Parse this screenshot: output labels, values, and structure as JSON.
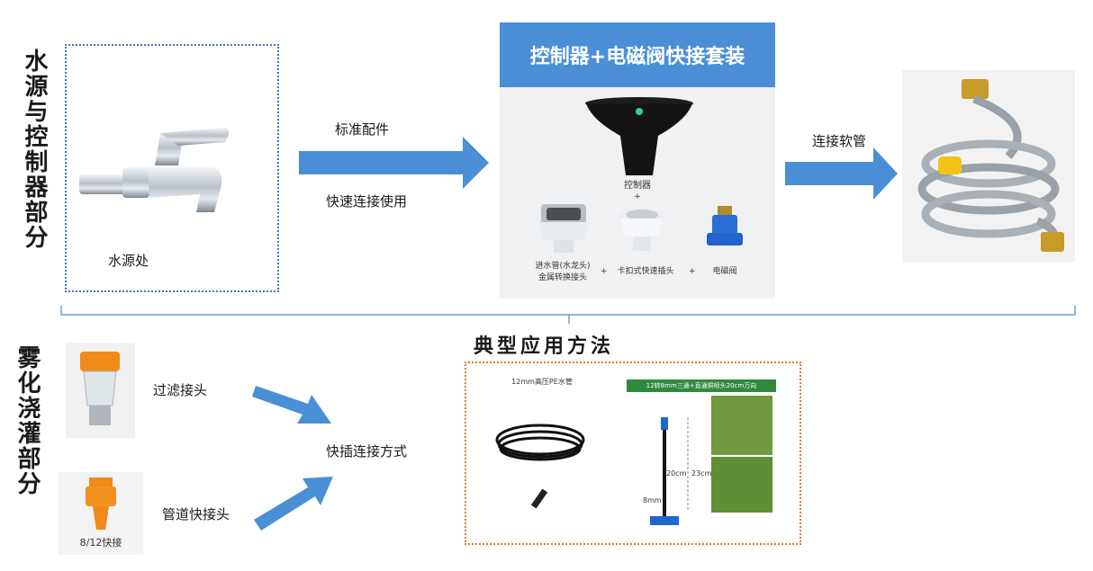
{
  "sections": {
    "top_title": "水源与控制器部分",
    "bottom_title": "雾化浇灌部分",
    "middle_heading": "典型应用方法"
  },
  "water_source": {
    "label": "水源处",
    "icon": "faucet-icon"
  },
  "arrow1": {
    "top_label": "标准配件",
    "bottom_label": "快速连接使用"
  },
  "kit": {
    "banner": "控制器+电磁阀快接套装",
    "controller_label": "控制器",
    "plus": "+",
    "part1_line1": "进水管(水龙头)",
    "part1_line2": "金属转换接头",
    "part2": "卡扣式快速插头",
    "part3": "电磁阀",
    "sep_plus": "+"
  },
  "arrow2": {
    "label": "连接软管"
  },
  "hose": {
    "icon": "braided-hose-icon"
  },
  "bottom": {
    "filter_label": "过滤接头",
    "pipe_label": "管道快接头",
    "pipe_caption": "8/12快接",
    "join_label": "快插连接方式"
  },
  "application": {
    "left_title": "12mm高压PE水管",
    "right_title": "12转8mm三通+直通铜喷头20cm万向",
    "dim_20": "20cm",
    "dim_23": "23cm",
    "dim_8": "8mm"
  },
  "colors": {
    "accent_blue": "#4a8fd6",
    "dotted_blue": "#3a78c0",
    "dotted_orange": "#e87a2e",
    "arrow_blue": "#4a8fd6",
    "green_banner": "#2e8b3e"
  }
}
